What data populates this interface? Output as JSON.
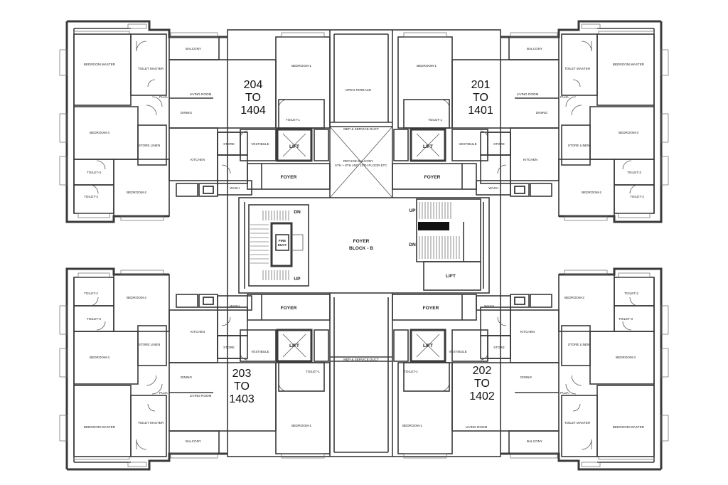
{
  "units": {
    "nw": {
      "line1": "204",
      "line2": "TO",
      "line3": "1404"
    },
    "ne": {
      "line1": "201",
      "line2": "TO",
      "line3": "1401"
    },
    "sw": {
      "line1": "203",
      "line2": "TO",
      "line3": "1403"
    },
    "se": {
      "line1": "202",
      "line2": "TO",
      "line3": "1402"
    }
  },
  "rooms": {
    "balcony": "BALCONY",
    "bedroom_master": "BEDROOM MASTER",
    "toilet_master": "TOILET MASTER",
    "bedroom_1": "BEDROOM-1",
    "bedroom_2": "BEDROOM-2",
    "bedroom_3": "BEDROOM-3",
    "living_room": "LIVING ROOM",
    "dining": "DINING",
    "kitchen": "KITCHEN",
    "store": "STORE",
    "store_linen": "STORE LINEN",
    "toilet_1": "TOILET-1",
    "toilet_2": "TOILET-2",
    "toilet_3": "TOILET-3",
    "wash": "WASH",
    "puja": "PUJA",
    "vestibule": "VESTIBULE"
  },
  "core": {
    "lift": "LIFT",
    "foyer": "FOYER",
    "foyer_block_1": "FOYER",
    "foyer_block_2": "BLOCK - B",
    "fire_duct_1": "FIRE",
    "fire_duct_2": "DUCT",
    "dn": "DN",
    "up": "UP",
    "open_terrace": "OPEN TERRACE",
    "refuge_1": "REFUGE BALCONY",
    "refuge_2": "5TH + 8TH AND 12TH FLOOR ETC",
    "mep": "MEP & SERVICE DUCT"
  }
}
